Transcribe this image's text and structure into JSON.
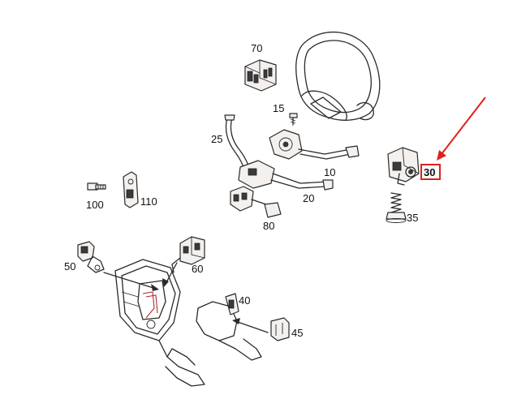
{
  "callouts": [
    {
      "id": "70",
      "text": "70"
    },
    {
      "id": "15",
      "text": "15"
    },
    {
      "id": "25",
      "text": "25"
    },
    {
      "id": "10",
      "text": "10"
    },
    {
      "id": "20",
      "text": "20"
    },
    {
      "id": "80",
      "text": "80"
    },
    {
      "id": "100",
      "text": "100"
    },
    {
      "id": "110",
      "text": "110"
    },
    {
      "id": "50",
      "text": "50"
    },
    {
      "id": "60",
      "text": "60"
    },
    {
      "id": "40",
      "text": "40"
    },
    {
      "id": "45",
      "text": "45"
    },
    {
      "id": "35",
      "text": "35"
    },
    {
      "id": "30",
      "text": "30"
    }
  ],
  "highlight": {
    "part": "30",
    "color": "#e0201b"
  },
  "colors": {
    "line": "#2a2a2a",
    "accent_red": "#b3262e",
    "highlight": "#e0201b"
  }
}
